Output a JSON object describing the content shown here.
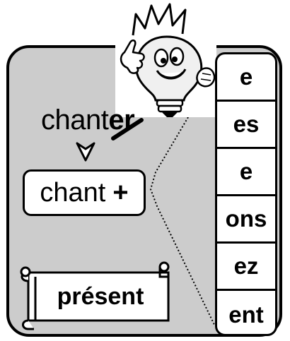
{
  "verb": {
    "stem": "chant",
    "ending": "er"
  },
  "stem_box": {
    "stem": "chant",
    "plus": "+"
  },
  "tense": "présent",
  "endings": [
    "e",
    "es",
    "e",
    "ons",
    "ez",
    "ent"
  ],
  "colors": {
    "panel": "#cccccc",
    "outline": "#000000",
    "paper": "#ffffff"
  },
  "icons": {
    "mascot": "lightbulb-mascot-icon",
    "arrow": "arrowhead-icon",
    "scroll": "scroll-banner-icon"
  }
}
